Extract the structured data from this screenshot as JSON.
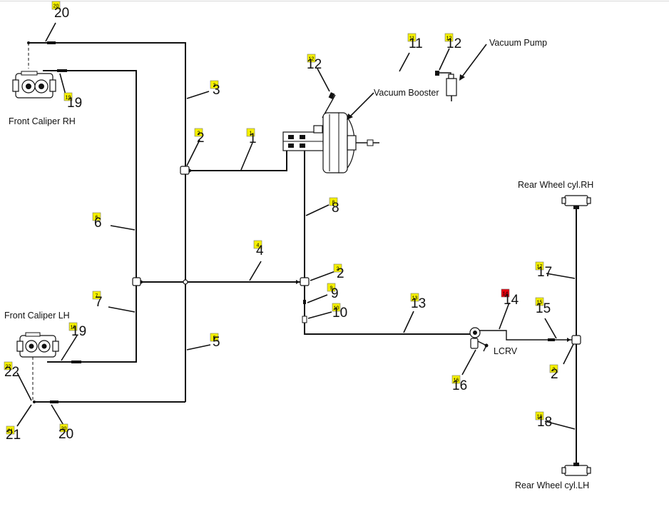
{
  "labels": {
    "front_caliper_rh": "Front Caliper RH",
    "front_caliper_lh": "Front Caliper LH",
    "vacuum_booster": "Vacuum Booster",
    "vacuum_pump": "Vacuum Pump",
    "rear_wheel_rh": "Rear Wheel cyl.RH",
    "rear_wheel_lh": "Rear Wheel cyl.LH",
    "lcrv": "LCRV"
  },
  "callouts": [
    {
      "id": "c20a",
      "num": "20",
      "color": "#f5f000"
    },
    {
      "id": "c3",
      "num": "3",
      "color": "#f5f000"
    },
    {
      "id": "c19a",
      "num": "19",
      "color": "#f5f000"
    },
    {
      "id": "c2a",
      "num": "2",
      "color": "#f5f000"
    },
    {
      "id": "c1",
      "num": "1",
      "color": "#f5f000"
    },
    {
      "id": "c12a",
      "num": "12",
      "color": "#f5f000"
    },
    {
      "id": "c11",
      "num": "11",
      "color": "#f5f000"
    },
    {
      "id": "c12b",
      "num": "12",
      "color": "#f5f000"
    },
    {
      "id": "c8",
      "num": "8",
      "color": "#f5f000"
    },
    {
      "id": "c6",
      "num": "6",
      "color": "#f5f000"
    },
    {
      "id": "c4",
      "num": "4",
      "color": "#f5f000"
    },
    {
      "id": "c2b",
      "num": "2",
      "color": "#f5f000"
    },
    {
      "id": "c9",
      "num": "9",
      "color": "#f5f000"
    },
    {
      "id": "c10",
      "num": "10",
      "color": "#f5f000"
    },
    {
      "id": "c7",
      "num": "7",
      "color": "#f5f000"
    },
    {
      "id": "c19b",
      "num": "19",
      "color": "#f5f000"
    },
    {
      "id": "c5",
      "num": "5",
      "color": "#f5f000"
    },
    {
      "id": "c13",
      "num": "13",
      "color": "#f5f000"
    },
    {
      "id": "c14",
      "num": "14",
      "color": "#e3000f"
    },
    {
      "id": "c15",
      "num": "15",
      "color": "#f5f000"
    },
    {
      "id": "c17",
      "num": "17",
      "color": "#f5f000"
    },
    {
      "id": "c2c",
      "num": "2",
      "color": "#f5f000"
    },
    {
      "id": "c16",
      "num": "16",
      "color": "#f5f000"
    },
    {
      "id": "c18",
      "num": "18",
      "color": "#f5f000"
    },
    {
      "id": "c22",
      "num": "22",
      "color": "#f5f000"
    },
    {
      "id": "c21",
      "num": "21",
      "color": "#f5f000"
    },
    {
      "id": "c20b",
      "num": "20",
      "color": "#f5f000"
    }
  ]
}
